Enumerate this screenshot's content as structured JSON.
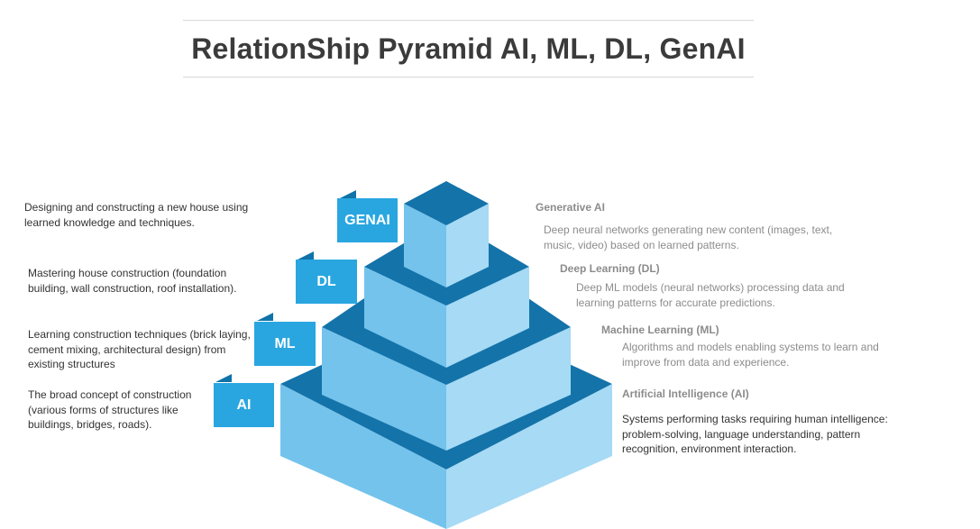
{
  "title": "RelationShip Pyramid AI, ML, DL, GenAI",
  "colors": {
    "top_face": "#1473a9",
    "left_face": "#74c3ec",
    "right_face": "#a6daf5",
    "tag": "#29a6e0",
    "tag_notch": "#0f73a8"
  },
  "levels": [
    {
      "tag": "GENAI",
      "left_text": "Designing and constructing a new house using learned knowledge and techniques.",
      "heading": "Generative AI",
      "description": "Deep neural networks generating new content (images, text, music, video) based on learned patterns."
    },
    {
      "tag": "DL",
      "left_text": "Mastering house construction (foundation building, wall construction, roof installation).",
      "heading": "Deep Learning (DL)",
      "description": "Deep ML models (neural networks) processing data and learning patterns for accurate predictions."
    },
    {
      "tag": "ML",
      "left_text": "Learning construction techniques (brick laying, cement mixing, architectural design) from existing structures",
      "heading": "Machine Learning (ML)",
      "description": "Algorithms and models enabling systems to learn and improve from data and experience."
    },
    {
      "tag": "AI",
      "left_text": "The broad concept of construction (various forms of structures like buildings, bridges, roads).",
      "heading": "Artificial Intelligence (AI)",
      "description": "Systems performing tasks requiring human intelligence: problem-solving, language understanding, pattern recognition, environment interaction."
    }
  ]
}
